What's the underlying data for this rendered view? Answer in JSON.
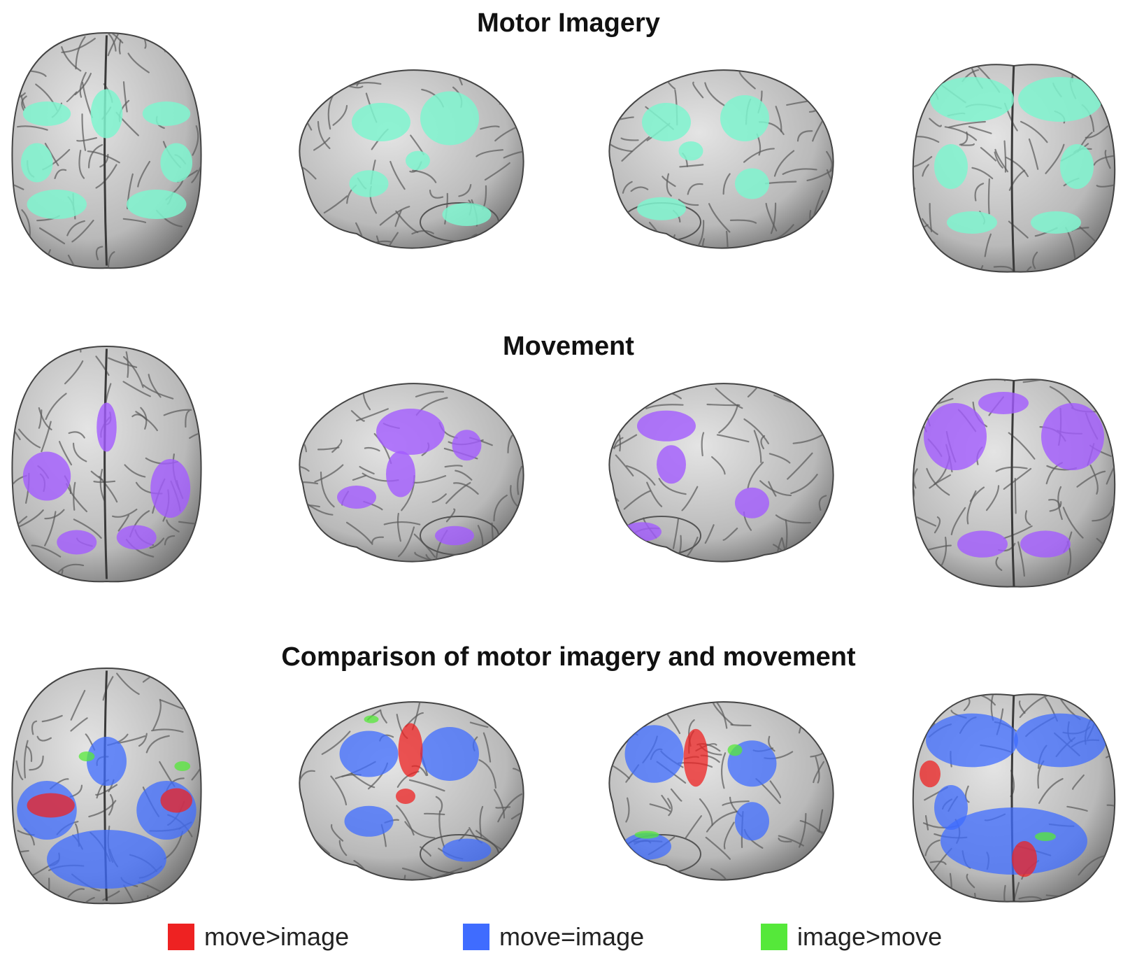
{
  "rows": [
    {
      "title": "Motor Imagery",
      "accent": "#7ff5cf"
    },
    {
      "title": "Movement",
      "accent": "#a35bff"
    },
    {
      "title": "Comparison of motor imagery and movement",
      "accent": "#3f63ff"
    }
  ],
  "views": [
    "top",
    "left",
    "right",
    "back"
  ],
  "legend": [
    {
      "label": "move>image",
      "color": "#ee2222"
    },
    {
      "label": "move=image",
      "color": "#3f6cff"
    },
    {
      "label": "image>move",
      "color": "#55e83a"
    }
  ],
  "colors": {
    "cortex": "#b9b9b9",
    "cortex_light": "#e4e4e4",
    "sulcus": "#5a5a5a",
    "imagery": "#7ff5cf",
    "movement": "#a35bff",
    "move_gt_image": "#ee2222",
    "move_eq_image": "#3f6cff",
    "image_gt_move": "#55e83a"
  }
}
